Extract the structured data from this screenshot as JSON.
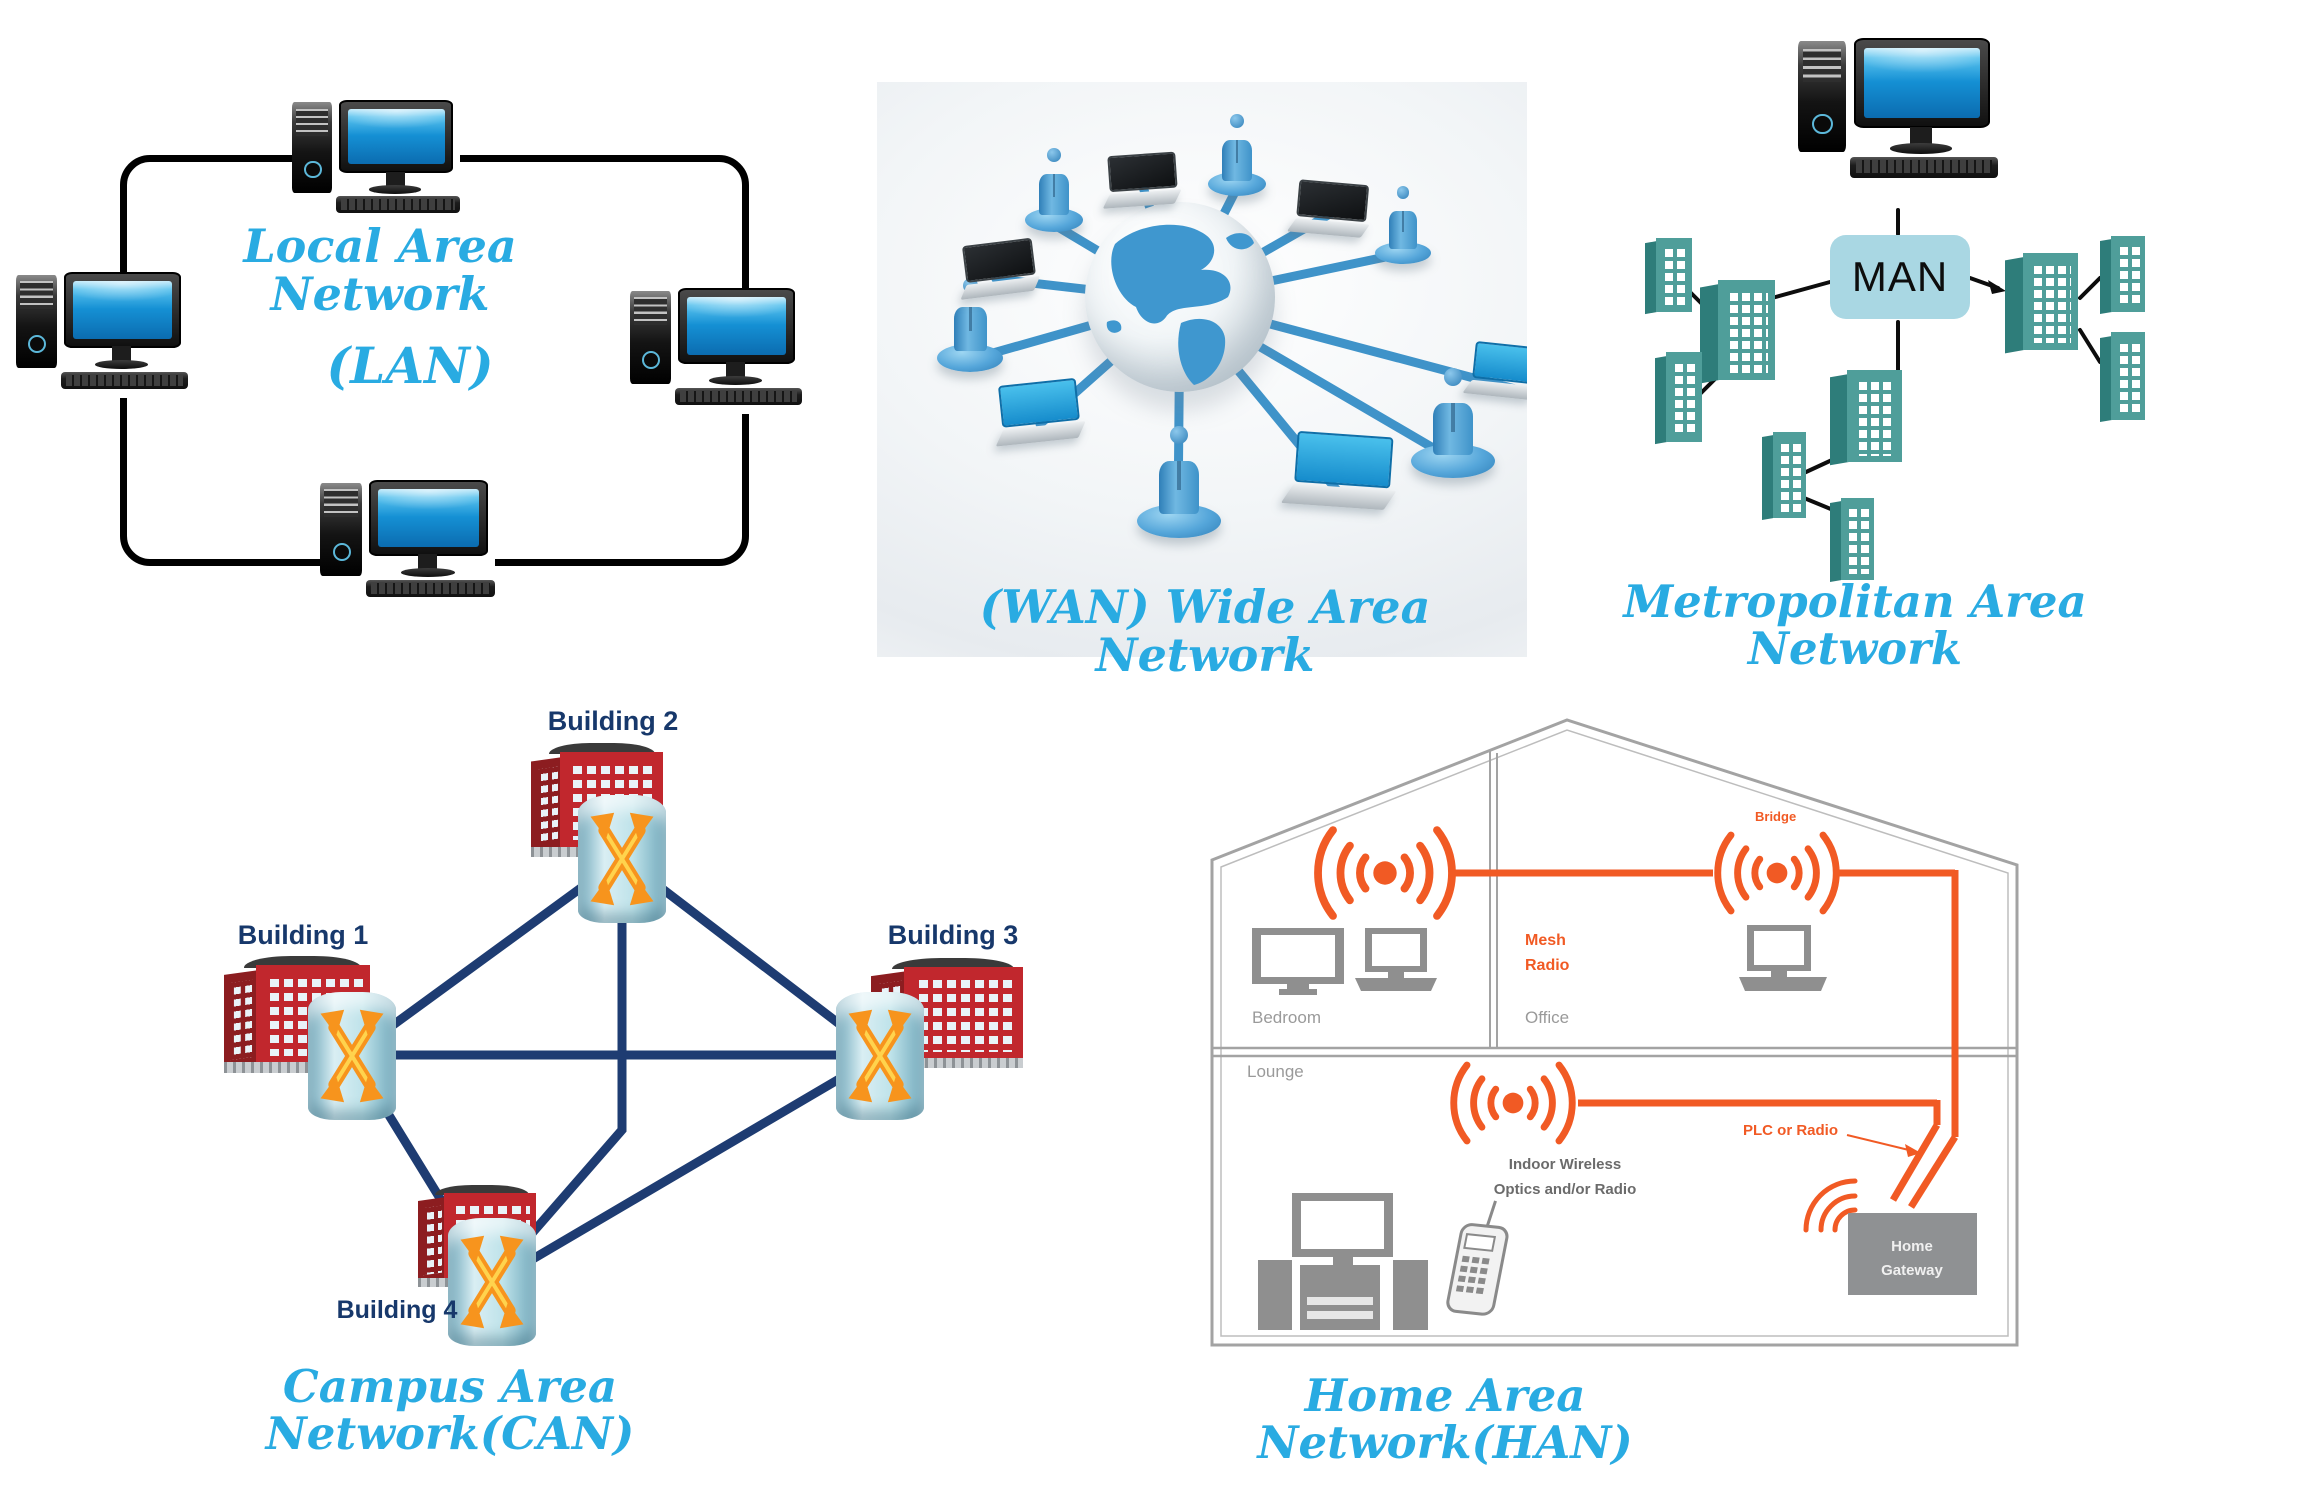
{
  "sections": {
    "lan": {
      "title": "Local Area Network",
      "subtitle": "(LAN)"
    },
    "wan": {
      "caption": "(WAN) Wide Area Network"
    },
    "man": {
      "hub_label": "MAN",
      "caption": "Metropolitan Area Network"
    },
    "can": {
      "caption": "Campus Area Network(CAN)",
      "buildings": [
        "Building 1",
        "Building 2",
        "Building 3",
        "Building 4"
      ]
    },
    "han": {
      "caption": "Home Area Network(HAN)",
      "rooms": {
        "bedroom": "Bedroom",
        "office": "Office",
        "lounge": "Lounge"
      },
      "labels": {
        "bridge": "Bridge",
        "mesh_line1": "Mesh",
        "mesh_line2": "Radio",
        "plc": "PLC or Radio",
        "indoor_line1": "Indoor Wireless",
        "indoor_line2": "Optics and/or Radio",
        "gateway_line1": "Home",
        "gateway_line2": "Gateway"
      }
    }
  },
  "colors": {
    "caption_blue": "#29abe2",
    "label_navy": "#17386b",
    "can_line_navy": "#1e3c72",
    "orange": "#f15a24",
    "teal_building": "#4f9e9a",
    "man_box_bg": "#a9d7e3",
    "red_building": "#c1272d",
    "router_arrow_orange": "#f7941d",
    "han_gray": "#8f8f8f",
    "wan_blue": "#3f93c9"
  }
}
